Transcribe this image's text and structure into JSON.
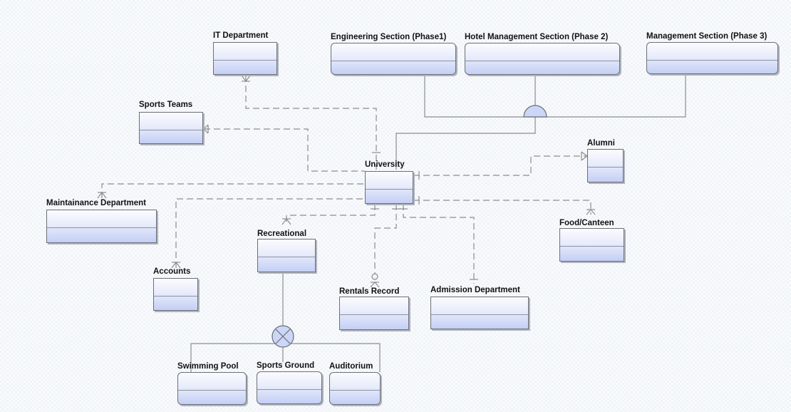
{
  "entities": {
    "it_department": "IT Department",
    "engineering_section": "Engineering Section (Phase1)",
    "hotel_management_section": "Hotel Management Section (Phase 2)",
    "management_section": "Management Section (Phase 3)",
    "sports_teams": "Sports Teams",
    "university": "University",
    "alumni": "Alumni",
    "maintainance_department": "Maintainance Department",
    "food_canteen": "Food/Canteen",
    "recreational": "Recreational",
    "accounts": "Accounts",
    "rentals_record": "Rentals Record",
    "admission_department": "Admission Department",
    "swimming_pool": "Swimming Pool",
    "sports_ground": "Sports Ground",
    "auditorium": "Auditorium"
  },
  "colors": {
    "line": "#8d8d8d",
    "box_border": "#6b6f78",
    "box_fill_top": "#fbfbfe",
    "box_fill_bottom": "#c4cff4"
  }
}
